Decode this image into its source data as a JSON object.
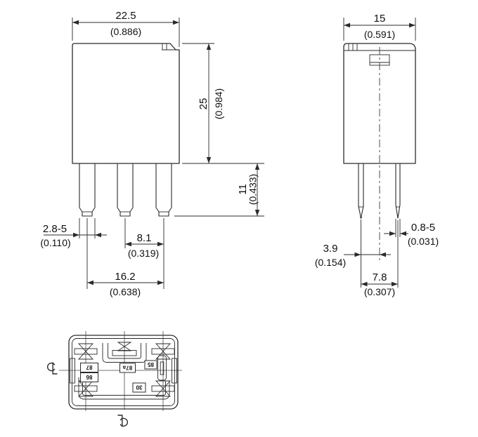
{
  "front_view": {
    "width": {
      "mm": "22.5",
      "inch": "(0.886)"
    },
    "height": {
      "mm": "25",
      "inch": "(0.984)"
    },
    "pin_length": {
      "mm": "11",
      "inch": "(0.433)"
    },
    "pin_width": {
      "mm": "2.8-5",
      "inch": "(0.110)"
    },
    "pin_pitch": {
      "mm": "8.1",
      "inch": "(0.319)"
    },
    "pin_span": {
      "mm": "16.2",
      "inch": "(0.638)"
    }
  },
  "side_view": {
    "width": {
      "mm": "15",
      "inch": "(0.591)"
    },
    "pin_thickness": {
      "mm": "0.8-5",
      "inch": "(0.031)"
    },
    "center_offset": {
      "mm": "3.9",
      "inch": "(0.154)"
    },
    "pin_pitch": {
      "mm": "7.8",
      "inch": "(0.307)"
    }
  },
  "bottom_view": {
    "terminal_labels": [
      "87",
      "86",
      "87a",
      "85",
      "30"
    ]
  },
  "colors": {
    "line": "#2b2b2b",
    "centerline": "#4a4a4a",
    "background": "#ffffff"
  }
}
